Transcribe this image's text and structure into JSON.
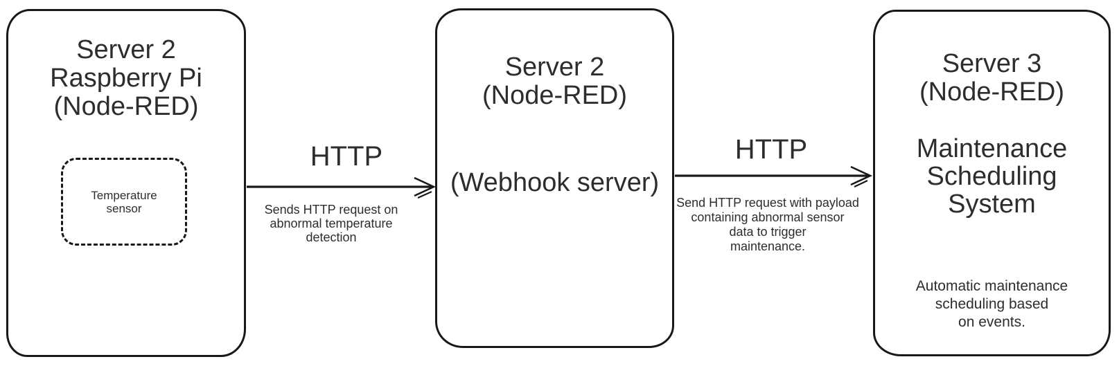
{
  "canvas": {
    "background": "#ffffff",
    "stroke_color": "#181818",
    "text_color": "#2d2d2d"
  },
  "nodes": [
    {
      "id": "server2-raspberry-pi",
      "title": [
        "Server 2",
        "Raspberry Pi",
        "(Node-RED)"
      ],
      "inner_box": {
        "label": [
          "Temperature",
          "sensor"
        ]
      }
    },
    {
      "id": "server2-webhook",
      "title": [
        "Server 2",
        "(Node-RED)"
      ],
      "subtitle": [
        "(Webhook server)"
      ]
    },
    {
      "id": "server3-maintenance",
      "title": [
        "Server 3",
        "(Node-RED)"
      ],
      "subtitle": [
        "Maintenance",
        "Scheduling",
        "System"
      ],
      "description": [
        "Automatic maintenance",
        "scheduling based",
        "on events."
      ]
    }
  ],
  "edges": [
    {
      "label": "HTTP",
      "caption": [
        "Sends HTTP request on",
        "abnormal temperature",
        "detection"
      ]
    },
    {
      "label": "HTTP",
      "caption": [
        "Send HTTP request with payload",
        "containing abnormal sensor",
        "data to trigger",
        "maintenance."
      ]
    }
  ]
}
